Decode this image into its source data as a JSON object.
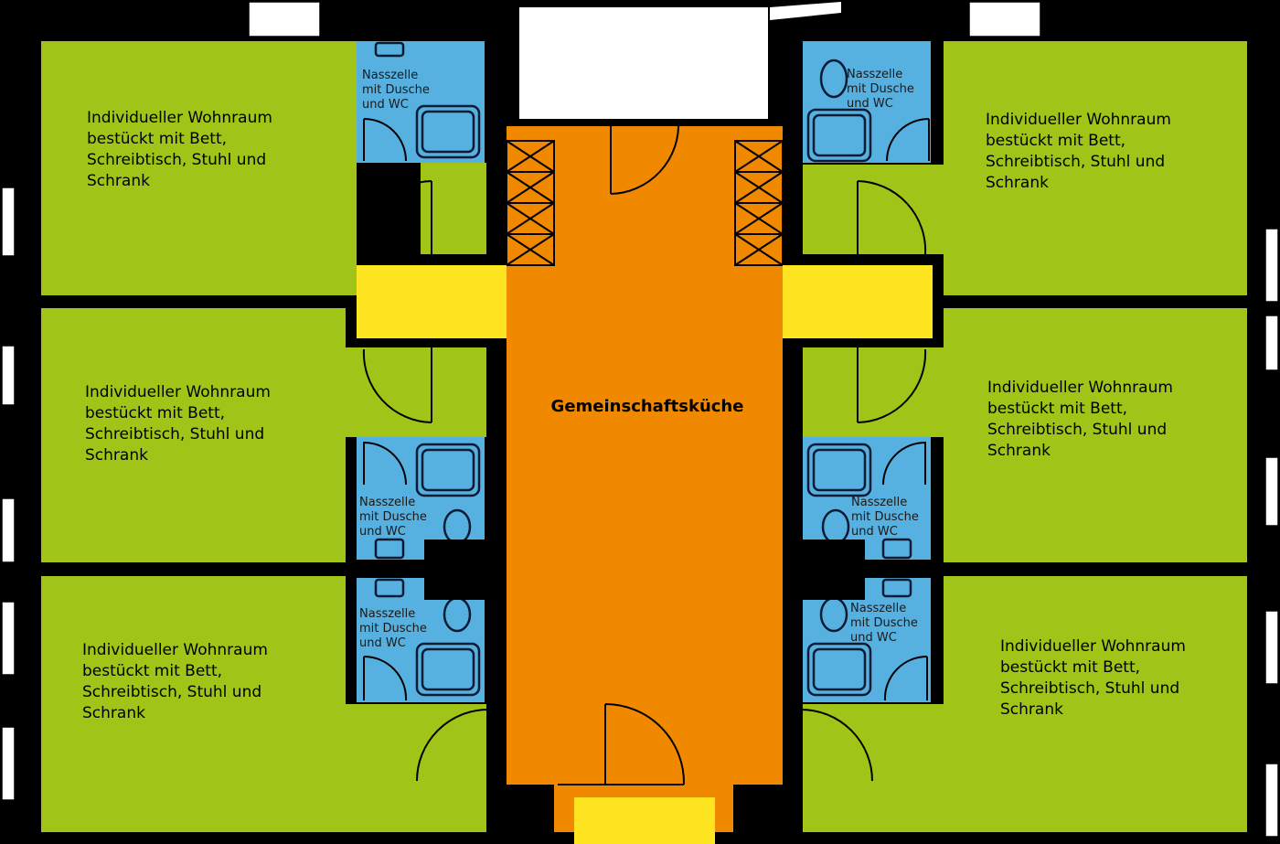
{
  "colors": {
    "wall": "#000000",
    "living_room": "#a0c418",
    "wet_cell": "#56b0e0",
    "kitchen": "#f08800",
    "hall": "#ffe422",
    "window": "#ffffff"
  },
  "kitchen": {
    "label": "Gemeinschaftsküche"
  },
  "rooms": [
    {
      "lines": [
        "Individueller Wohnraum",
        "bestückt mit Bett,",
        "Schreibtisch, Stuhl und",
        "Schrank"
      ]
    },
    {
      "lines": [
        "Individueller Wohnraum",
        "bestückt mit Bett,",
        "Schreibtisch, Stuhl und",
        "Schrank"
      ]
    },
    {
      "lines": [
        "Individueller Wohnraum",
        "bestückt mit Bett,",
        "Schreibtisch, Stuhl und",
        "Schrank"
      ]
    },
    {
      "lines": [
        "Individueller Wohnraum",
        "bestückt mit Bett,",
        "Schreibtisch, Stuhl und",
        "Schrank"
      ]
    },
    {
      "lines": [
        "Individueller Wohnraum",
        "bestückt mit Bett,",
        "Schreibtisch, Stuhl und",
        "Schrank"
      ]
    },
    {
      "lines": [
        "Individueller Wohnraum",
        "bestückt mit Bett,",
        "Schreibtisch, Stuhl und",
        "Schrank"
      ]
    }
  ],
  "wet_cells": [
    {
      "lines": [
        "Nasszelle",
        "mit Dusche",
        "und WC"
      ]
    },
    {
      "lines": [
        "Nasszelle",
        "mit Dusche",
        "und WC"
      ]
    },
    {
      "lines": [
        "Nasszelle",
        "mit Dusche",
        "und WC"
      ]
    },
    {
      "lines": [
        "Nasszelle",
        "mit Dusche",
        "und WC"
      ]
    },
    {
      "lines": [
        "Nasszelle",
        "mit Dusche",
        "und WC"
      ]
    },
    {
      "lines": [
        "Nasszelle",
        "mit Dusche",
        "und WC"
      ]
    }
  ]
}
